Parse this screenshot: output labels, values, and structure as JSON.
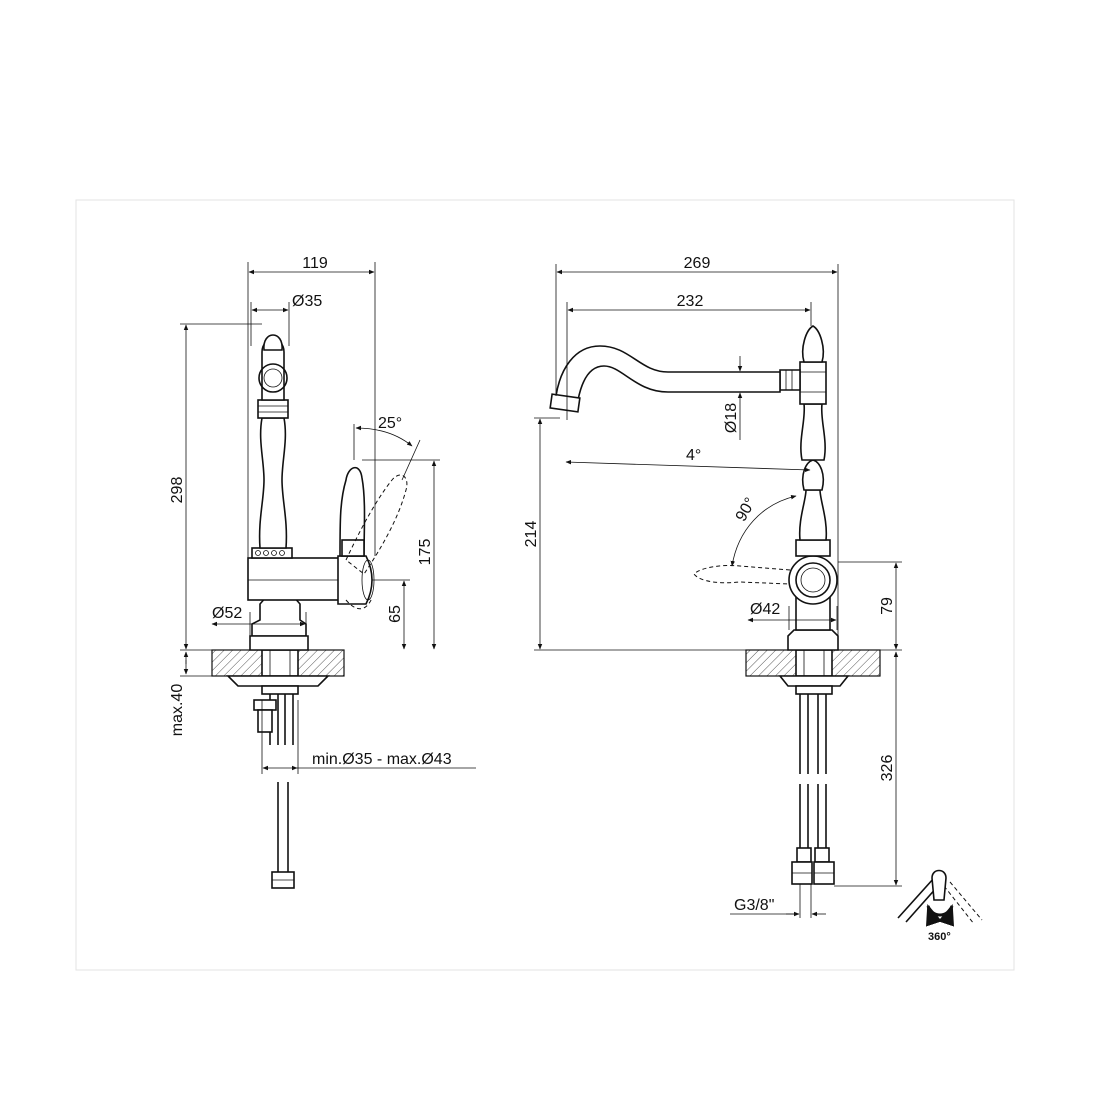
{
  "side_view": {
    "overall_depth": "119",
    "spout_diameter": "Ø35",
    "lever_angle": "25°",
    "total_height": "298",
    "lever_height": "175",
    "body_height": "65",
    "base_diameter": "Ø52",
    "max_thickness": "max.40",
    "hole_diameter": "min.Ø35 - max.Ø43"
  },
  "front_view": {
    "overall_width": "269",
    "spout_reach": "232",
    "outlet_diameter": "Ø18",
    "spout_angle": "4°",
    "spout_height": "214",
    "lever_rotation": "90°",
    "lever_axis_height": "79",
    "body_diameter": "Ø42",
    "hose_length": "326",
    "thread": "G3/8\"",
    "swivel": "360°"
  },
  "icons": {
    "swivel_icon": "rotation-arrow-icon"
  }
}
